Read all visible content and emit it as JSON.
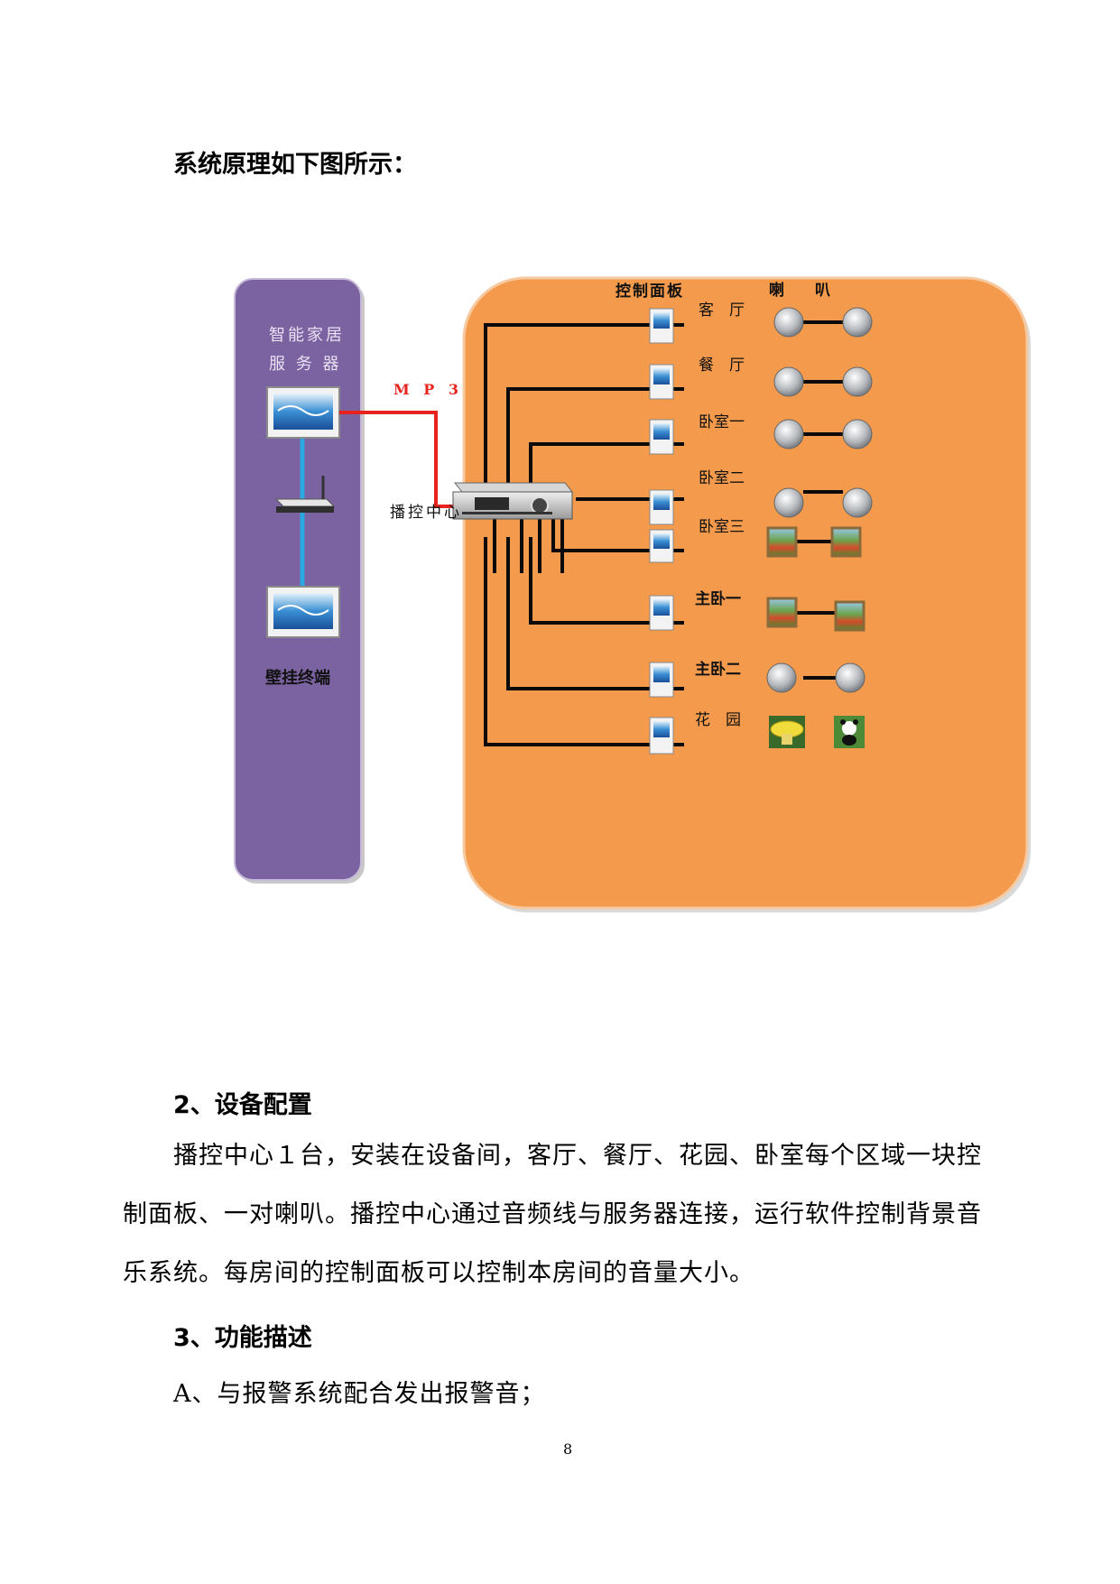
{
  "page": {
    "intro_heading": "系统原理如下图所示：",
    "page_number": "8"
  },
  "diagram": {
    "server_label_line1": "智能家居",
    "server_label_line2": "服 务 器",
    "wall_terminal_label": "壁挂终端",
    "mp3_label": "M P 3",
    "control_center_label": "播控中心",
    "control_panel_header": "控制面板",
    "speaker_header": "喇　　叭",
    "rooms": [
      "客　厅",
      "餐　厅",
      "卧室一",
      "卧室二",
      "卧室三",
      "主卧一",
      "主卧二",
      "花　园"
    ],
    "colors": {
      "server_panel": "#7b62a0",
      "room_panel": "#f39a4c",
      "audio_line": "#e8231e",
      "network_line": "#2aa8e0"
    },
    "icons": [
      "touch-screen-icon",
      "router-icon",
      "amplifier-icon",
      "wall-panel-icon",
      "ceiling-speaker-icon",
      "picture-speaker-icon",
      "mushroom-speaker-icon",
      "panda-speaker-icon"
    ]
  },
  "section2": {
    "heading": "2、设备配置",
    "lines": [
      "　　播控中心１台，安装在设备间，客厅、餐厅、花园、卧室每个区域一块控",
      "制面板、一对喇叭。播控中心通过音频线与服务器连接，运行软件控制背景音",
      "乐系统。每房间的控制面板可以控制本房间的音量大小。"
    ]
  },
  "section3": {
    "heading": "3、功能描述",
    "item_a": "A、与报警系统配合发出报警音；"
  }
}
